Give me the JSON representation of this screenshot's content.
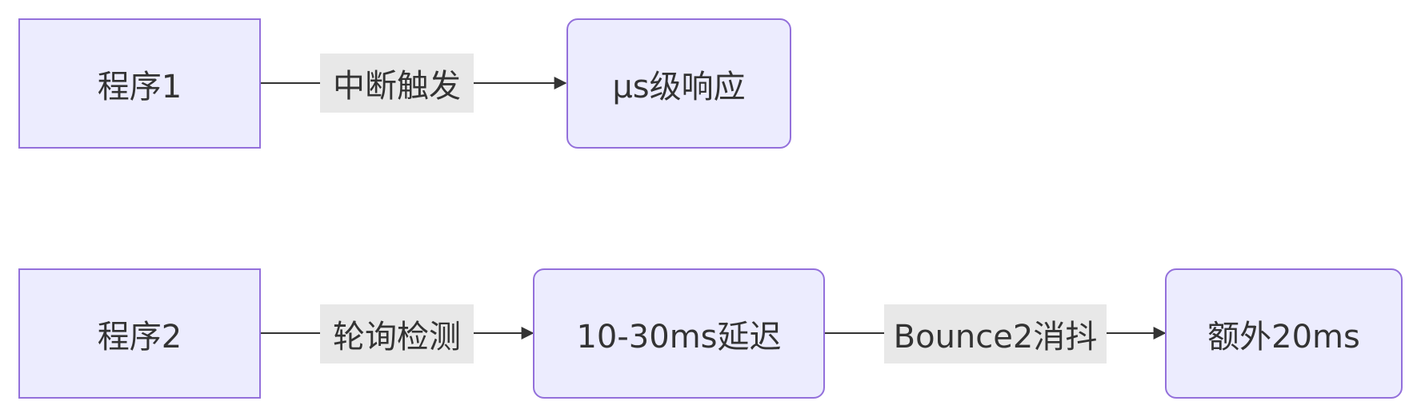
{
  "diagram": {
    "row1": {
      "start_node": "程序1",
      "edge_label": "中断触发",
      "end_node": "μs级响应"
    },
    "row2": {
      "start_node": "程序2",
      "edge1_label": "轮询检测",
      "mid_node": "10-30ms延迟",
      "edge2_label": "Bounce2消抖",
      "end_node": "额外20ms"
    },
    "colors": {
      "node_fill": "#ececfe",
      "node_border": "#9370db",
      "label_bg": "#e8e8e8",
      "edge": "#333333",
      "text": "#333333"
    }
  }
}
